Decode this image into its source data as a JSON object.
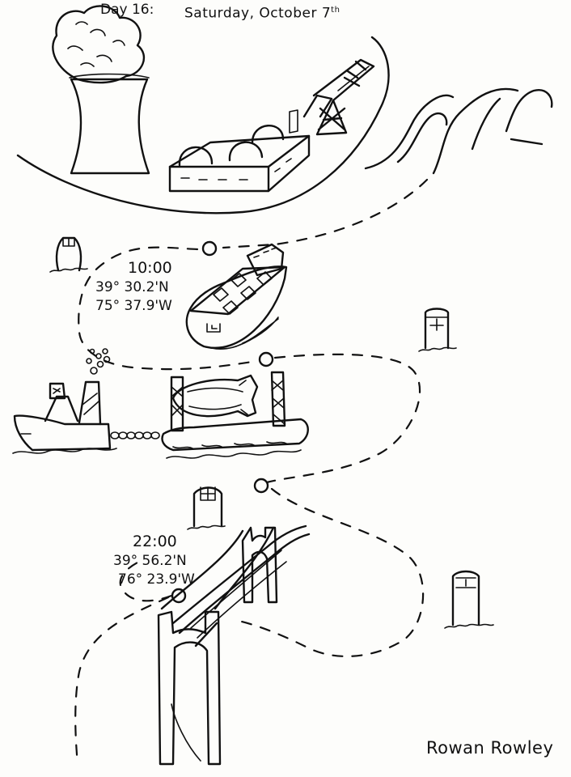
{
  "header": {
    "day_label": "Day 16:",
    "date_main": "Saturday, October 7",
    "date_suffix": "th"
  },
  "stops": [
    {
      "time": "10:00",
      "latitude": "39° 30.2'N",
      "longitude": "75° 37.9'W"
    },
    {
      "time": "22:00",
      "latitude": "39° 56.2'N",
      "longitude": "76° 23.9'W"
    }
  ],
  "signature": "Rowan Rowley",
  "ink_color": "#111111",
  "paper_color": "#fdfdfb"
}
